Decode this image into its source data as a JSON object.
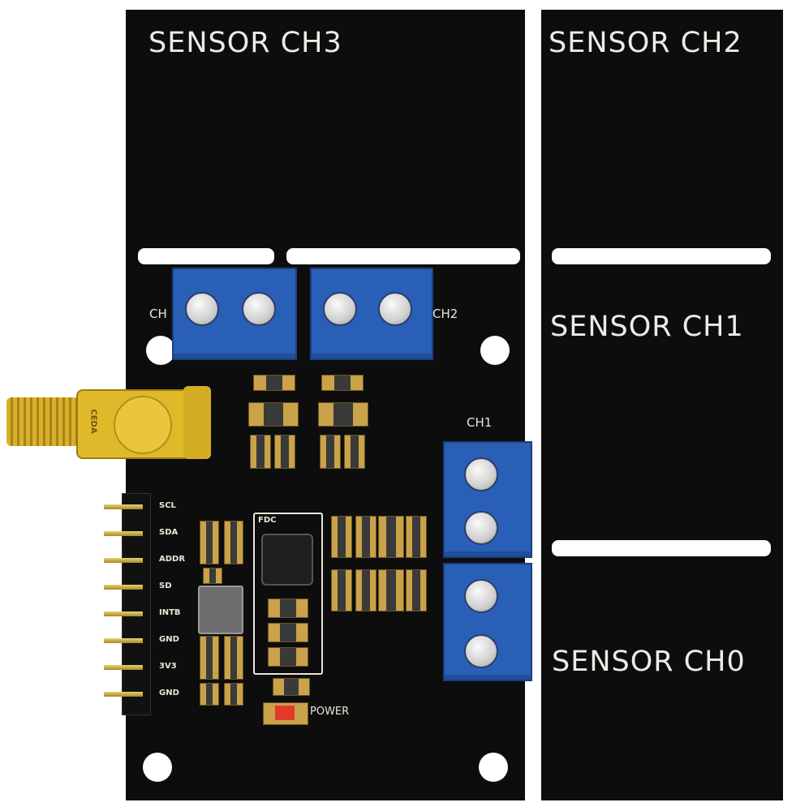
{
  "sensor_pads": {
    "ch3": "SENSOR CH3",
    "ch2": "SENSOR CH2",
    "ch1": "SENSOR CH1",
    "ch0": "SENSOR CH0"
  },
  "terminal_labels": {
    "ch3_partial": "CH",
    "ch2": "CH2",
    "ch1": "CH1"
  },
  "connector_text": "CEDA",
  "ic_label": "FDC",
  "header_pins": [
    "SCL",
    "SDA",
    "ADDR",
    "SD",
    "INTB",
    "GND",
    "3V3",
    "GND"
  ],
  "power_label": "POWER",
  "colors": {
    "board": "#0d0d0d",
    "terminal_blue": "#2a5fb8",
    "connector_gold": "#e0b92a",
    "power_led": "#e23a2a"
  }
}
